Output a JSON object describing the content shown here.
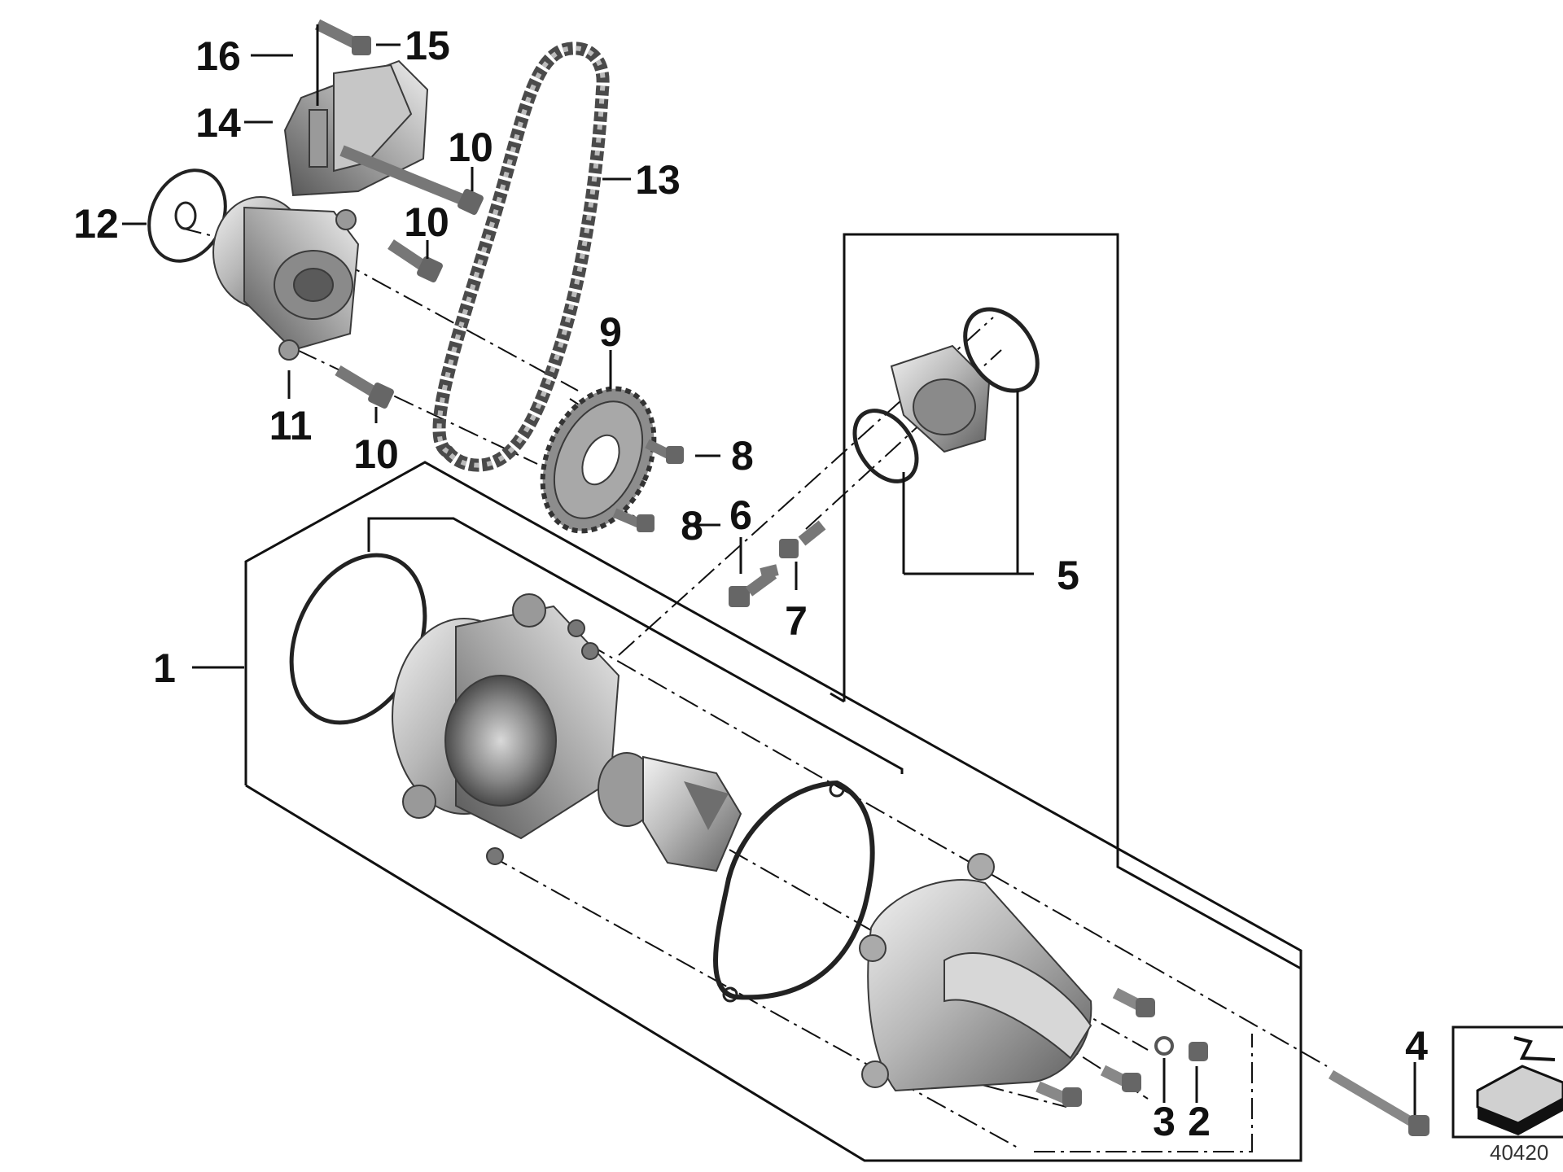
{
  "diagram": {
    "callouts": {
      "c1": "1",
      "c2": "2",
      "c3": "3",
      "c4": "4",
      "c5": "5",
      "c6": "6",
      "c7": "7",
      "c8a": "8",
      "c8b": "8",
      "c9": "9",
      "c10a": "10",
      "c10b": "10",
      "c10c": "10",
      "c11": "11",
      "c12": "12",
      "c13": "13",
      "c14": "14",
      "c15": "15",
      "c16": "16"
    },
    "reference_number": "40420",
    "colors": {
      "line": "#111111",
      "part_light": "#e6e6e6",
      "part_mid": "#a9a9a9",
      "part_dark": "#6b6b6b"
    },
    "icons": {
      "corner_symbol": "folded-sheet-icon"
    }
  }
}
